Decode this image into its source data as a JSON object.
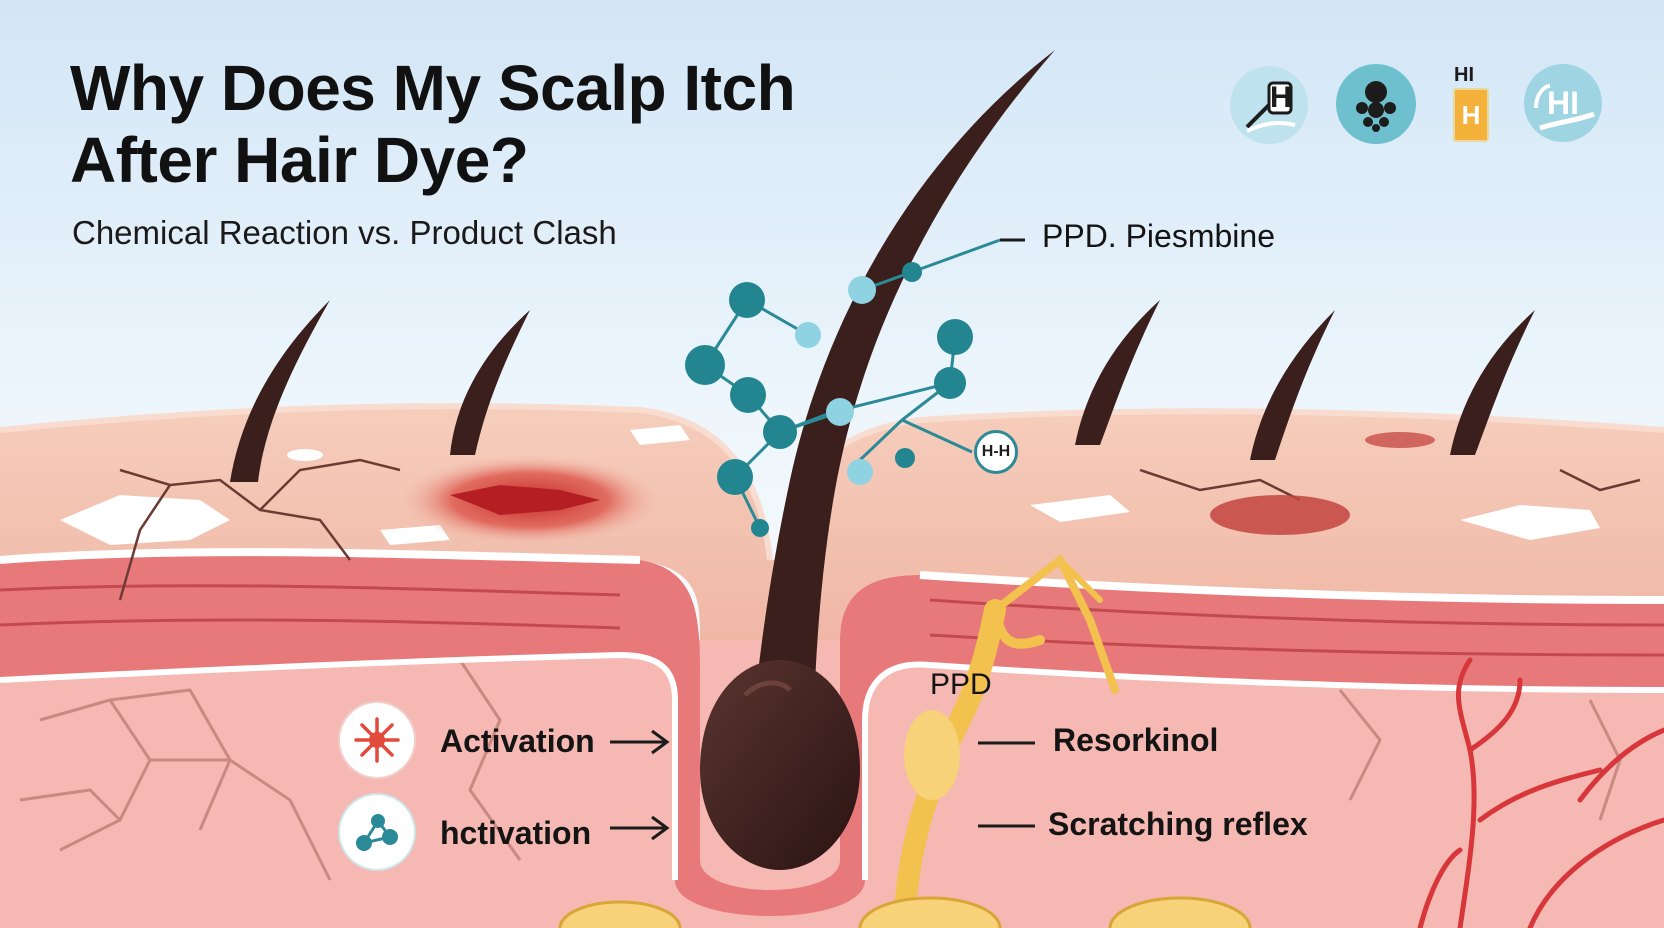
{
  "header": {
    "title_line1": "Why Does My Scalp Itch",
    "title_line2": "After Hair Dye?",
    "subtitle": "Chemical Reaction vs. Product Clash"
  },
  "top_icons": [
    {
      "icon": "hair-dye-bottle-icon",
      "text": "H"
    },
    {
      "icon": "allergen-particles-icon",
      "text": ""
    },
    {
      "icon": "h-tube-icon",
      "text": "H"
    },
    {
      "icon": "hi-hand-icon",
      "text": "HI"
    }
  ],
  "labels": {
    "ppd_pesmbine": "PPD. Piesmbine",
    "ppd_nerve": "PPD",
    "resorkinol": "Resorkinol",
    "scratching_reflex": "Scratching reflex"
  },
  "legend": [
    {
      "icon": "irritation-burst-icon",
      "text": "Activation",
      "color": "#e24a3b"
    },
    {
      "icon": "molecule-icon",
      "text": "hctivation",
      "color": "#2b8a97"
    }
  ],
  "molecule_badge": "H-H",
  "colors": {
    "sky": "#d9ebf8",
    "skin_top": "#f3c3b1",
    "dermis": "#e8787a",
    "deep_tissue": "#f5b6b1",
    "hair": "#3b1f1c",
    "molecule_dark": "#23858f",
    "molecule_light": "#8fd3e3",
    "nerve": "#f2c14e",
    "inflamed": "#c0282a"
  }
}
